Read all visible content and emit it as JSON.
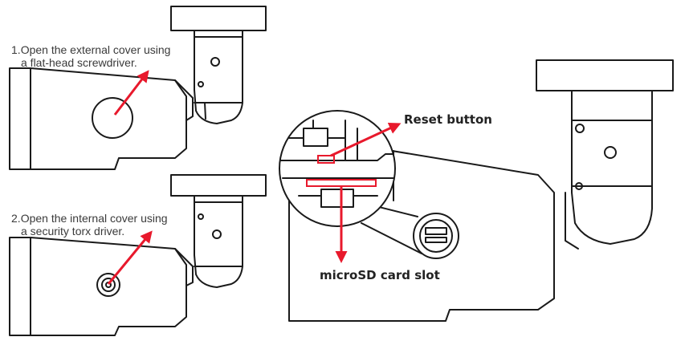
{
  "steps": [
    {
      "number": "1.",
      "line1": "Open the external cover using",
      "line2": "a flat-head screwdriver."
    },
    {
      "number": "2.",
      "line1": "Open the internal cover using",
      "line2": "a security torx driver."
    }
  ],
  "callouts": {
    "reset_button": "Reset button",
    "microsd_slot": "microSD card slot"
  },
  "colors": {
    "arrow": "#e8192c",
    "outline": "#1a1a1a",
    "text": "#3a3a3a"
  }
}
